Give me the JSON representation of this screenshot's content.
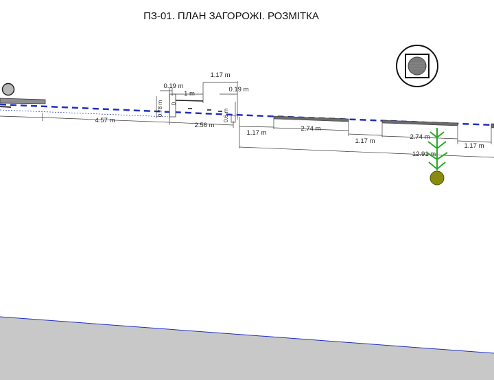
{
  "title": "ПЗ-01. ПЛАН ЗАГОРОЖІ. РОЗМІТКА",
  "dimensions": {
    "d_4_57": "4.57 m",
    "d_2_56": "2.56 m",
    "d_0_19_left": "0.19 m",
    "d_1_m": "1 m",
    "d_1_17_top": "1.17 m",
    "d_0_19_right": "0.19 m",
    "d_0_78": "0.78 m",
    "d_0_small": "0",
    "d_0_gate": "0.6 m",
    "d_1_17_a": "1.17 m",
    "d_2_74_a": "2.74 m",
    "d_1_17_b": "1.17 m",
    "d_2_74_b": "2.74 m",
    "d_1_17_c": "1.17 m",
    "d_12_91": "12.91 m"
  },
  "colors": {
    "boundary": "#1f2fbf",
    "panel": "#5a5a5a",
    "ground": "#c8c8c8",
    "tree": "#2aa82a",
    "trunk": "#8a8a10"
  },
  "icons": {
    "plan_symbol": "circle-in-square-icon",
    "pole": "pole-circle-icon",
    "tree": "tree-icon"
  }
}
